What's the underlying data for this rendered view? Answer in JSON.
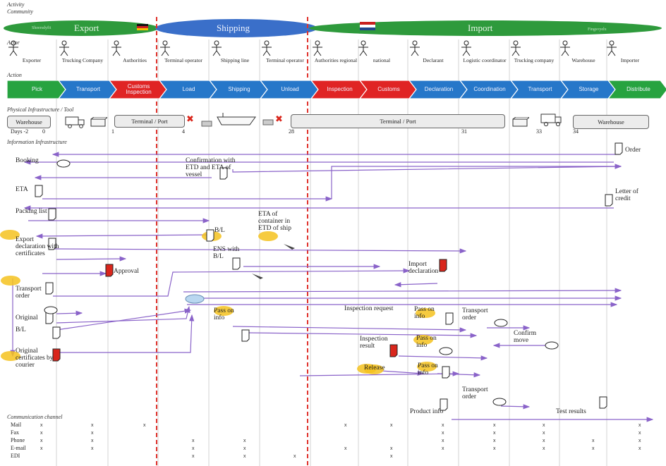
{
  "sections": {
    "activity": "Activity",
    "community": "Community",
    "actor": "Actor",
    "action": "Action",
    "physical": "Physical Infrastructure / Tool",
    "information": "Information Infrastructure",
    "communication": "Communication channel"
  },
  "communities": [
    {
      "label": "Export",
      "sub": "Sheersdyfit",
      "color": "#2e9a3c"
    },
    {
      "label": "Shipping",
      "sub": "",
      "color": "#3a6fc9"
    },
    {
      "label": "Import",
      "sub": "Fingsvyelx",
      "color": "#2e9a3c"
    }
  ],
  "actors": [
    "Exporter",
    "Trucking Company",
    "Authorities",
    "Terminal operator",
    "Shipping line",
    "Terminal operator",
    "Authorities regional",
    "national",
    "Declarant",
    "Logistic coordinator",
    "Trucking company",
    "Warehouse",
    "Importer"
  ],
  "action_steps": [
    {
      "label": "Pick",
      "color": "#27a340"
    },
    {
      "label": "Transport",
      "color": "#2677c9"
    },
    {
      "label": "Customs Inspection",
      "color": "#e02424"
    },
    {
      "label": "Load",
      "color": "#2677c9"
    },
    {
      "label": "Shipping",
      "color": "#2677c9"
    },
    {
      "label": "Unload",
      "color": "#2677c9"
    },
    {
      "label": "Inspection",
      "color": "#e02424"
    },
    {
      "label": "Customs",
      "color": "#e02424"
    },
    {
      "label": "Declaration",
      "color": "#2677c9"
    },
    {
      "label": "Coordination",
      "color": "#2677c9"
    },
    {
      "label": "Transport",
      "color": "#2677c9"
    },
    {
      "label": "Storage",
      "color": "#2677c9"
    },
    {
      "label": "Distribute",
      "color": "#27a340"
    }
  ],
  "physical": {
    "warehouse_left": "Warehouse",
    "terminal_left": "Terminal / Port",
    "terminal_right": "Terminal / Port",
    "warehouse_right": "Warehouse",
    "days_label": "Days -2",
    "day_marks": [
      "0",
      "1",
      "4",
      "28",
      "31",
      "33",
      "34"
    ]
  },
  "info_labels": {
    "order": "Order",
    "booking": "Booking",
    "confirmation": "Confirmation with ETD and ETA of vessel",
    "eta": "ETA",
    "letter_of_credit": "Letter of credit",
    "packing_list": "Packing list",
    "bl": "B/L",
    "eta_container": "ETA of container in ETD of ship",
    "export_declaration": "Export declaration with certificates",
    "ens": "ENS with B/L",
    "approval": "Approval",
    "import_declaration": "Import declaration",
    "transport_order_left": "Transport order",
    "original": "Original",
    "original_bl": "B/L",
    "pass_on_info_1": "Pass on info",
    "inspection_request": "Inspection request",
    "pass_on_info_2": "Pass on info",
    "transport_order_mid": "Transport order",
    "confirm_move": "Confirm move",
    "original_certificates": "Original certificates by courier",
    "inspection_result": "Inspection result",
    "pass_on_info_3": "Pass on info",
    "release": "Release",
    "pass_on_info_4": "Pass on info",
    "transport_order_low": "Transport order",
    "product_info": "Product info",
    "test_results": "Test results"
  },
  "channels": [
    "Mail",
    "Fax",
    "Phone",
    "E-mail",
    "EDI"
  ],
  "channel_marks": [
    [
      "x",
      "x",
      "x",
      "",
      "",
      "",
      "x",
      "x",
      "x",
      "x",
      "x",
      "",
      "x"
    ],
    [
      "x",
      "x",
      "",
      "",
      "",
      "",
      "",
      "",
      "x",
      "x",
      "x",
      "",
      "x"
    ],
    [
      "x",
      "x",
      "",
      "x",
      "x",
      "",
      "",
      "",
      "x",
      "x",
      "x",
      "x",
      "x"
    ],
    [
      "x",
      "x",
      "",
      "x",
      "x",
      "",
      "x",
      "x",
      "x",
      "x",
      "x",
      "x",
      "x"
    ],
    [
      "",
      "",
      "",
      "x",
      "x",
      "x",
      "",
      "x",
      "",
      "",
      "",
      "",
      ""
    ]
  ],
  "colors": {
    "arrow": "#8a63c9",
    "divider": "#e0312b",
    "gridline": "#c8c8c8",
    "document_red": "#d9261c",
    "highlight": "#f4c21f"
  }
}
